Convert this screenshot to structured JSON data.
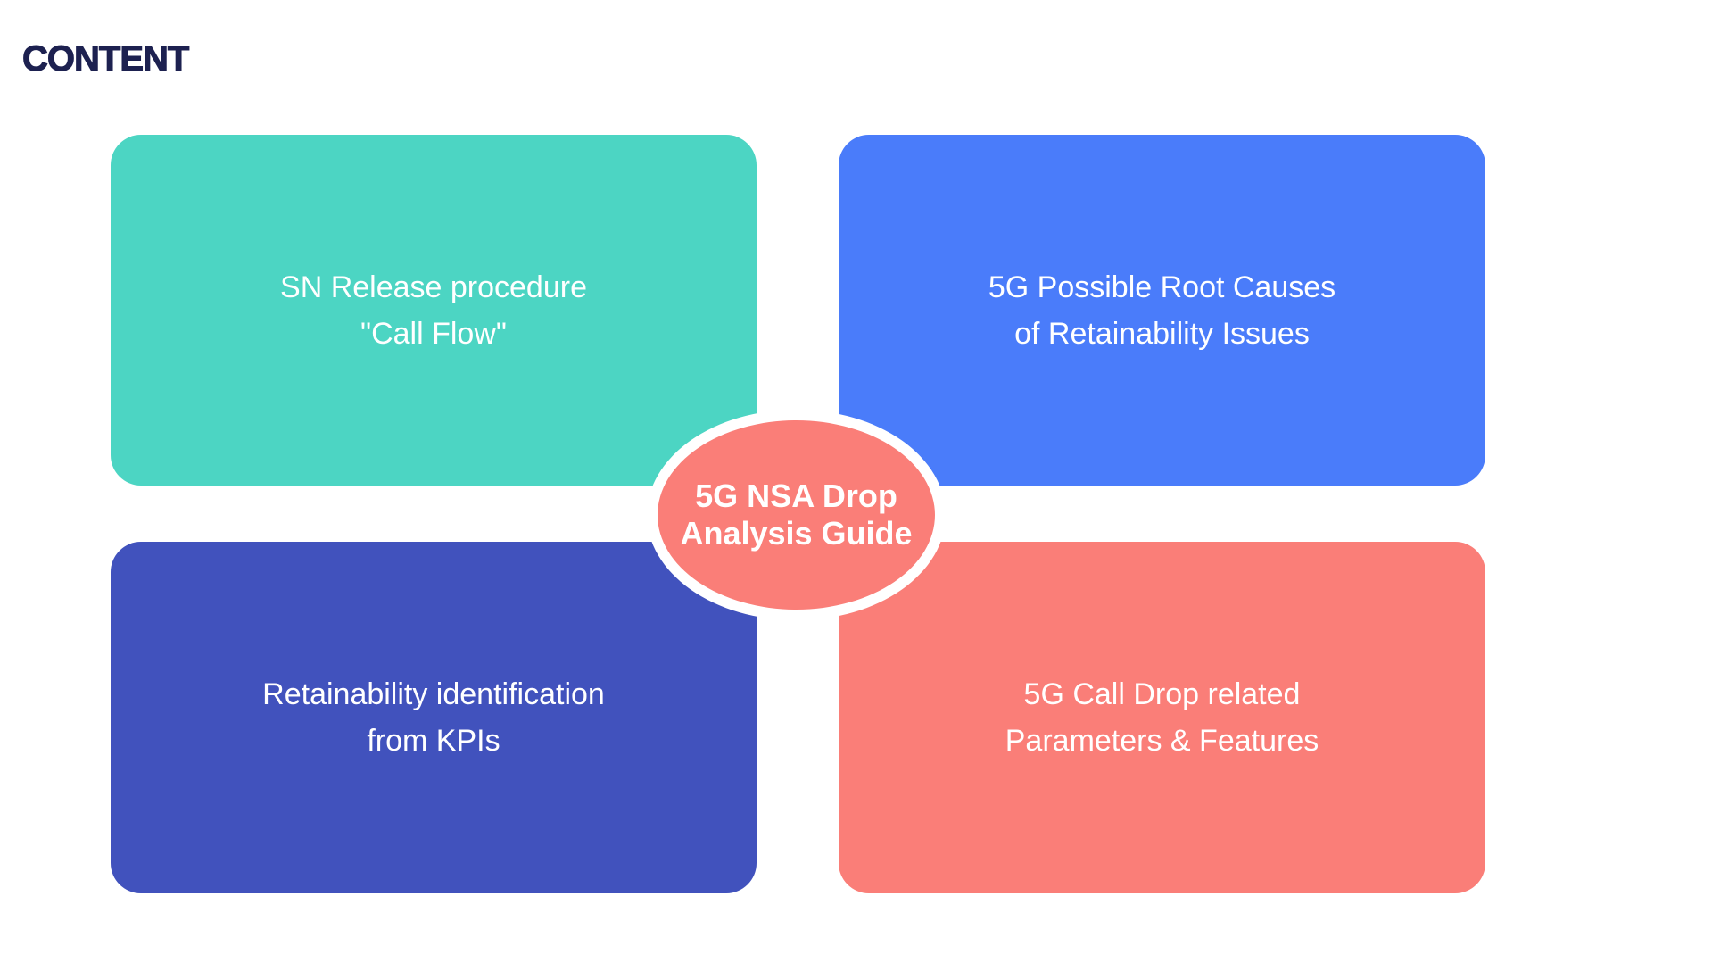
{
  "slide": {
    "title": "CONTENT"
  },
  "cards": [
    {
      "name": "sn-release-procedure",
      "lines": [
        "SN Release procedure",
        "\"Call Flow\""
      ],
      "color": "#4CD5C3"
    },
    {
      "name": "5g-possible-root-causes",
      "lines": [
        "5G Possible Root Causes",
        "of Retainability Issues"
      ],
      "color": "#4A7CFA"
    },
    {
      "name": "retainability-identification-from-kpis",
      "lines": [
        "Retainability identification",
        "from KPIs"
      ],
      "color": "#4152BD"
    },
    {
      "name": "5g-call-drop-related-parameters",
      "lines": [
        "5G Call Drop related",
        "Parameters & Features"
      ],
      "color": "#FA7E78"
    }
  ],
  "center_badge": {
    "lines": [
      "5G NSA Drop",
      "Analysis Guide"
    ],
    "color": "#FA7E78",
    "ring_color": "#FFFFFF"
  },
  "colors": {
    "background": "#FFFFFF",
    "title_text": "#1D2150",
    "card_text": "#FFFFFF"
  }
}
